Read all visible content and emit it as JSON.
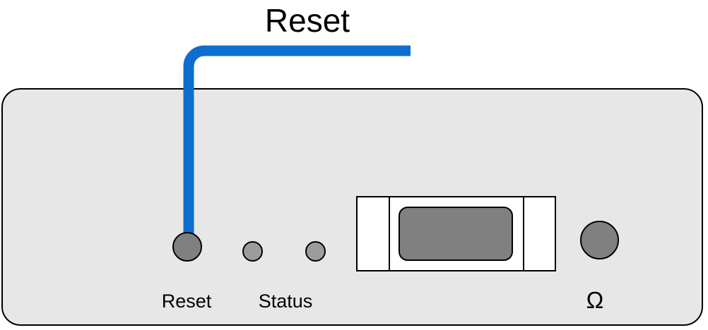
{
  "callout": {
    "label": "Reset",
    "line_color": "#0d6ecf"
  },
  "panel": {
    "background_color": "#e7e7e7",
    "border_color": "#000000",
    "reset_button": {
      "label": "Reset",
      "fill_color": "#808080"
    },
    "status_leds": {
      "label": "Status",
      "count": 2,
      "fill_color": "#9c9c9c"
    },
    "connector_slot": {
      "fill_color": "#ffffff",
      "insert_fill_color": "#808080"
    },
    "omega_terminal": {
      "label": "Ω",
      "fill_color": "#808080"
    }
  }
}
